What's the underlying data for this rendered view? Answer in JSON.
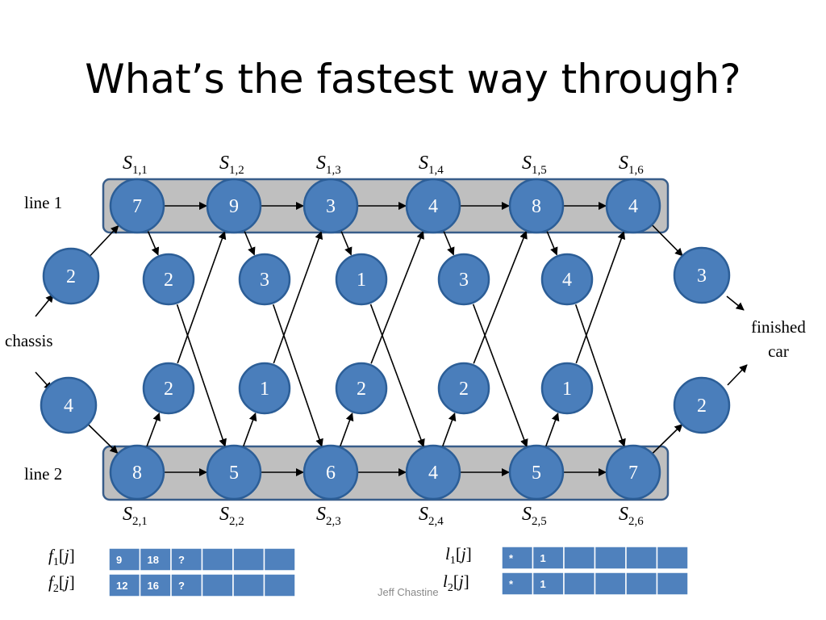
{
  "title": "What’s the fastest way through?",
  "line_labels": [
    "line 1",
    "line 2"
  ],
  "chassis_label": "chassis",
  "finished_label": [
    "finished",
    "car"
  ],
  "line1": {
    "stations": [
      "S1,1",
      "S1,2",
      "S1,3",
      "S1,4",
      "S1,5",
      "S1,6"
    ],
    "station_sub": [
      "1,1",
      "1,2",
      "1,3",
      "1,4",
      "1,5",
      "1,6"
    ],
    "times": [
      "7",
      "9",
      "3",
      "4",
      "8",
      "4"
    ],
    "entry": "2",
    "exit": "3",
    "transfers": [
      "2",
      "3",
      "1",
      "3",
      "4"
    ]
  },
  "line2": {
    "stations": [
      "S2,1",
      "S2,2",
      "S2,3",
      "S2,4",
      "S2,5",
      "S2,6"
    ],
    "station_sub": [
      "2,1",
      "2,2",
      "2,3",
      "2,4",
      "2,5",
      "2,6"
    ],
    "times": [
      "8",
      "5",
      "6",
      "4",
      "5",
      "7"
    ],
    "entry": "4",
    "exit": "2",
    "transfers": [
      "2",
      "1",
      "2",
      "2",
      "1"
    ]
  },
  "tables": {
    "f1": {
      "label_letter": "f",
      "sub": "1",
      "arg": "j",
      "cells": [
        "9",
        "18",
        "?",
        "",
        "",
        ""
      ]
    },
    "f2": {
      "label_letter": "f",
      "sub": "2",
      "arg": "j",
      "cells": [
        "12",
        "16",
        "?",
        "",
        "",
        ""
      ]
    },
    "l1": {
      "label_letter": "l",
      "sub": "1",
      "arg": "j",
      "cells": [
        "*",
        "1",
        "",
        "",
        "",
        ""
      ]
    },
    "l2": {
      "label_letter": "l",
      "sub": "2",
      "arg": "j",
      "cells": [
        "*",
        "1",
        "",
        "",
        "",
        ""
      ]
    }
  },
  "footer": "Jeff Chastine",
  "colors": {
    "node_fill": "#4a7ebb",
    "node_stroke": "#2c5e97",
    "line_bar": "#bfbfbf",
    "bar_stroke": "#385d8a",
    "cell_fill": "#4f81bd"
  }
}
